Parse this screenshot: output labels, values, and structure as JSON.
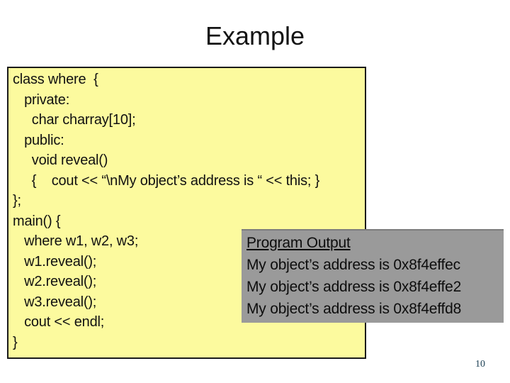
{
  "slide": {
    "title": "Example",
    "page_number": "10"
  },
  "code_block": {
    "lines": [
      "class where  {",
      "   private:",
      "     char charray[10];",
      "   public:",
      "     void reveal()",
      "     {    cout << “\\nMy object’s address is “ << this; }",
      "};",
      "main() {",
      "   where w1, w2, w3;",
      "   w1.reveal();",
      "   w2.reveal();",
      "   w3.reveal();",
      "   cout << endl;",
      "}"
    ]
  },
  "output_box": {
    "heading": "Program Output",
    "lines": [
      "My object’s address is 0x8f4effec",
      "My object’s address is 0x8f4effe2",
      "My object’s address is 0x8f4effd8"
    ]
  },
  "colors": {
    "code_box_fill": "#fcfa9e",
    "code_box_border": "#1a1a1a",
    "output_box_fill": "#9a9a9a",
    "page_number_text": "#1f4256"
  }
}
